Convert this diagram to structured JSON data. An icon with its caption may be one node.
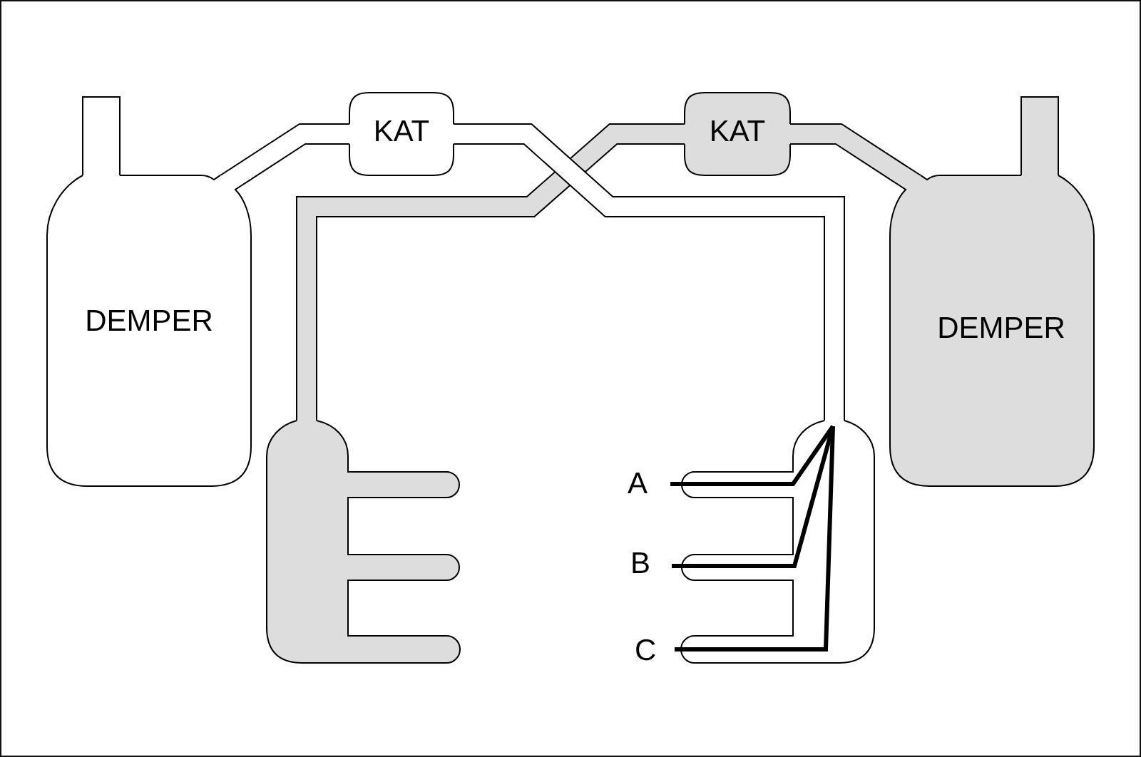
{
  "diagram": {
    "nodes": [
      {
        "text": [
          "DEMPER"
        ]
      },
      {
        "text": [
          "KAT"
        ]
      },
      {
        "text": [
          "KAT"
        ]
      },
      {
        "text": [
          "DEMPER"
        ]
      },
      {
        "text": [],
        "shape": "picture"
      },
      {
        "text": [],
        "shape": "picture",
        "beside": [
          "A",
          "B",
          "C"
        ]
      }
    ],
    "edges": [
      {
        "from": 4,
        "to": 2,
        "arrow": "none"
      },
      {
        "from": 2,
        "to": 3,
        "arrow": "none"
      },
      {
        "from": 5,
        "to": 1,
        "arrow": "none"
      },
      {
        "from": 1,
        "to": 0,
        "arrow": "none"
      }
    ]
  }
}
